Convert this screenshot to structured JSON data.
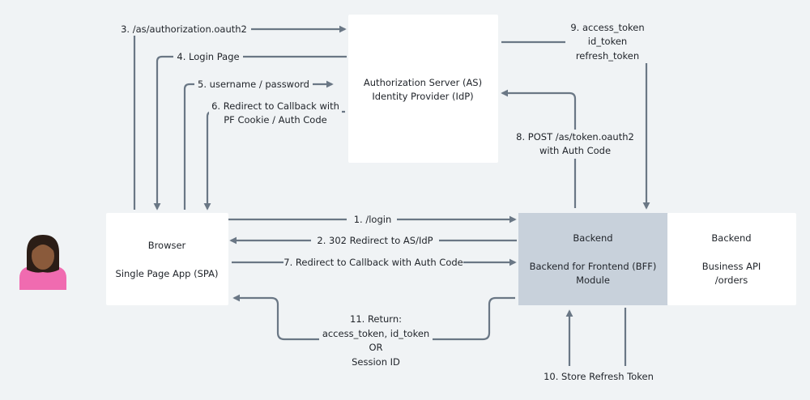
{
  "colors": {
    "background": "#f0f3f5",
    "box": "#ffffff",
    "bff_box": "#c8d1db",
    "arrow": "#6a7785",
    "person_skin": "#8a5a3b",
    "person_hair": "#2b1d16",
    "person_shirt": "#f06bb0"
  },
  "nodes": {
    "auth_server": {
      "line1": "Authorization Server (AS)",
      "line2": "Identity Provider (IdP)"
    },
    "browser": {
      "title": "Browser",
      "subtitle": "Single Page App (SPA)"
    },
    "bff": {
      "title": "Backend",
      "line1": "Backend for Frontend (BFF)",
      "line2": "Module"
    },
    "business_api": {
      "title": "Backend",
      "line1": "Business API",
      "line2": "/orders"
    }
  },
  "user": {
    "icon": "person-icon"
  },
  "steps": {
    "s1": "1. /login",
    "s2": "2. 302 Redirect to AS/IdP",
    "s3": "3. /as/authorization.oauth2",
    "s4": "4. Login Page",
    "s5": "5. username / password",
    "s6_line1": "6. Redirect to Callback with",
    "s6_line2": "PF Cookie / Auth Code",
    "s7": "7. Redirect to Callback with Auth Code",
    "s8_line1": "8. POST /as/token.oauth2",
    "s8_line2": "with Auth Code",
    "s9_line1": "9. access_token",
    "s9_line2": "id_token",
    "s9_line3": "refresh_token",
    "s10": "10. Store Refresh Token",
    "s11_line1": "11. Return:",
    "s11_line2": "access_token, id_token",
    "s11_line3": "OR",
    "s11_line4": "Session ID"
  }
}
